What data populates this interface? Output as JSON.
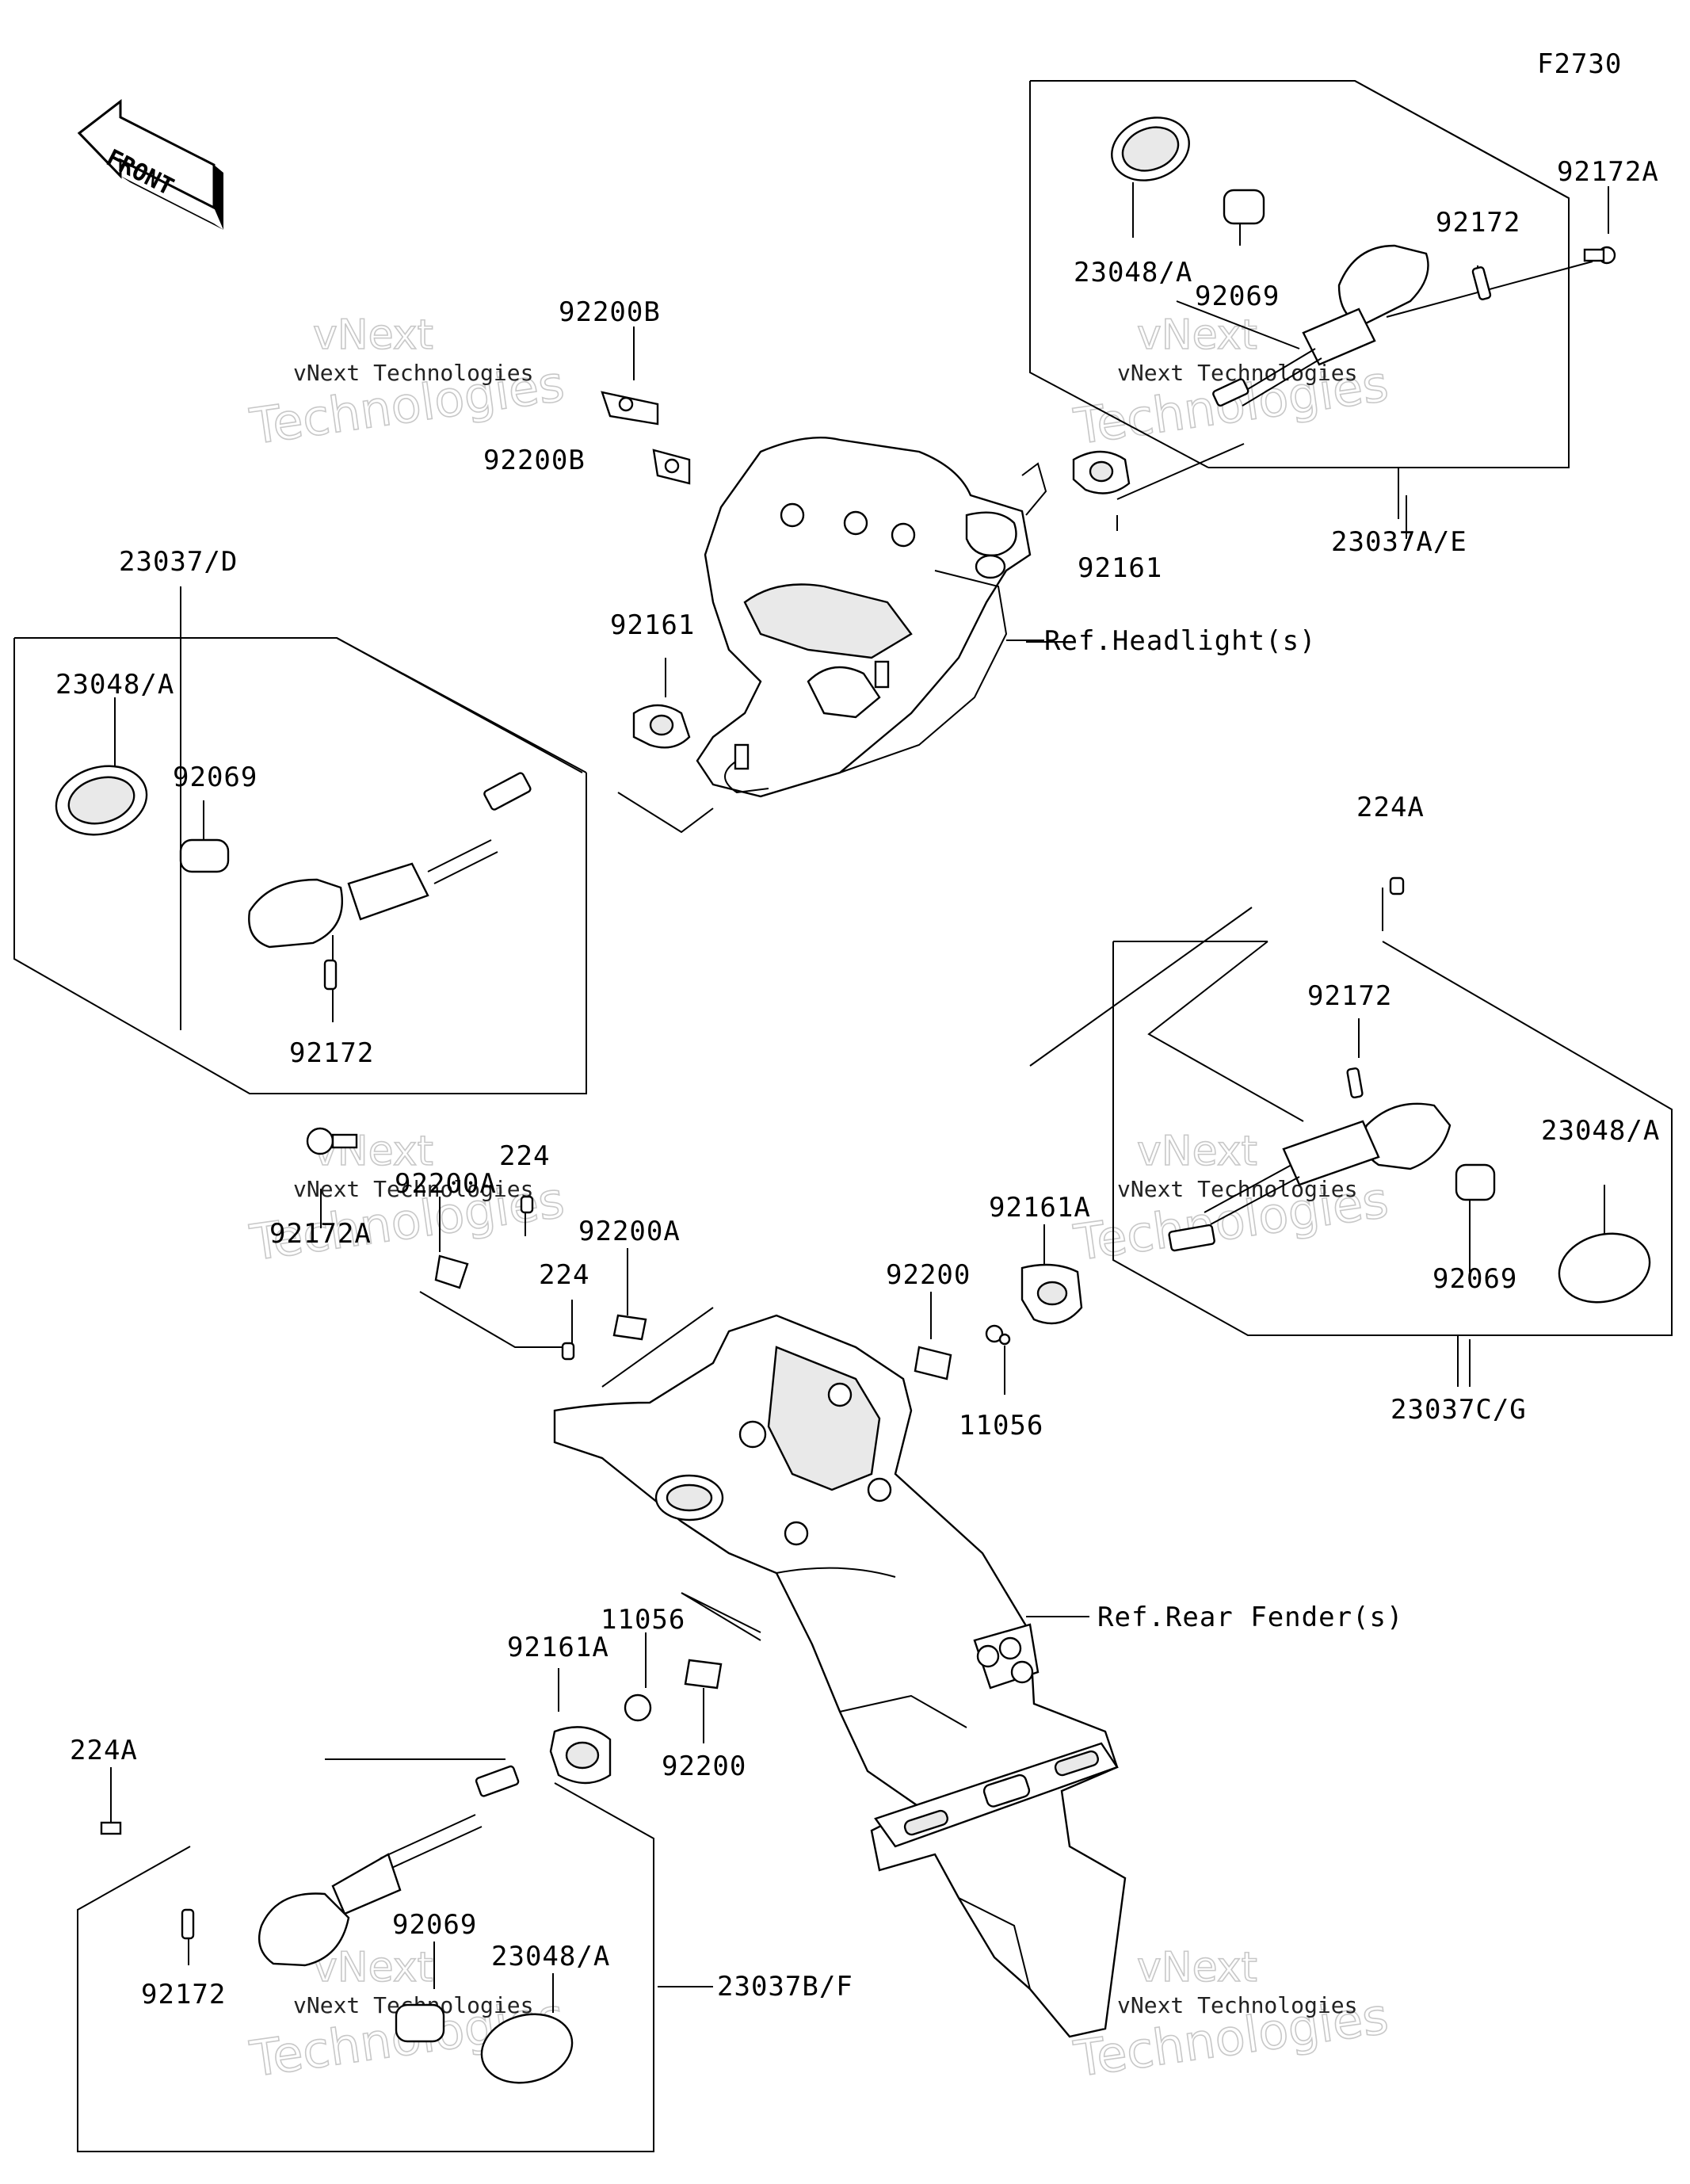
{
  "figure_code": "F2730",
  "front_arrow_text": "FRONT",
  "reference_labels": {
    "headlight": "Ref.Headlight(s)",
    "rear_fender": "Ref.Rear Fender(s)"
  },
  "part_labels": {
    "p92200B_top": "92200B",
    "p92200B_mid": "92200B",
    "p23037D": "23037/D",
    "p23048A_left": "23048/A",
    "p92069_left": "92069",
    "p92172_left": "92172",
    "p92161_left": "92161",
    "p92172A_left": "92172A",
    "p23048A_top": "23048/A",
    "p92069_top": "92069",
    "p92172_top": "92172",
    "p92172A_top": "92172A",
    "p92161_top": "92161",
    "p23037AE": "23037A/E",
    "p224A_right": "224A",
    "p92172_right": "92172",
    "p23048A_right": "23048/A",
    "p92161A_right": "92161A",
    "p92069_right": "92069",
    "p23037CG": "23037C/G",
    "p92200A_left": "92200A",
    "p224_top": "224",
    "p92200A_mid": "92200A",
    "p224_mid": "224",
    "p92200_right": "92200",
    "p11056_right": "11056",
    "p11056_left": "11056",
    "p92161A_left": "92161A",
    "p92200_left": "92200",
    "p224A_left": "224A",
    "p92172_bottom": "92172",
    "p92069_bottom": "92069",
    "p23048A_bottom": "23048/A",
    "p23037BF": "23037B/F"
  },
  "watermark": {
    "line1": "vNext",
    "line2": "Technologies",
    "caption": "vNext Technologies"
  }
}
